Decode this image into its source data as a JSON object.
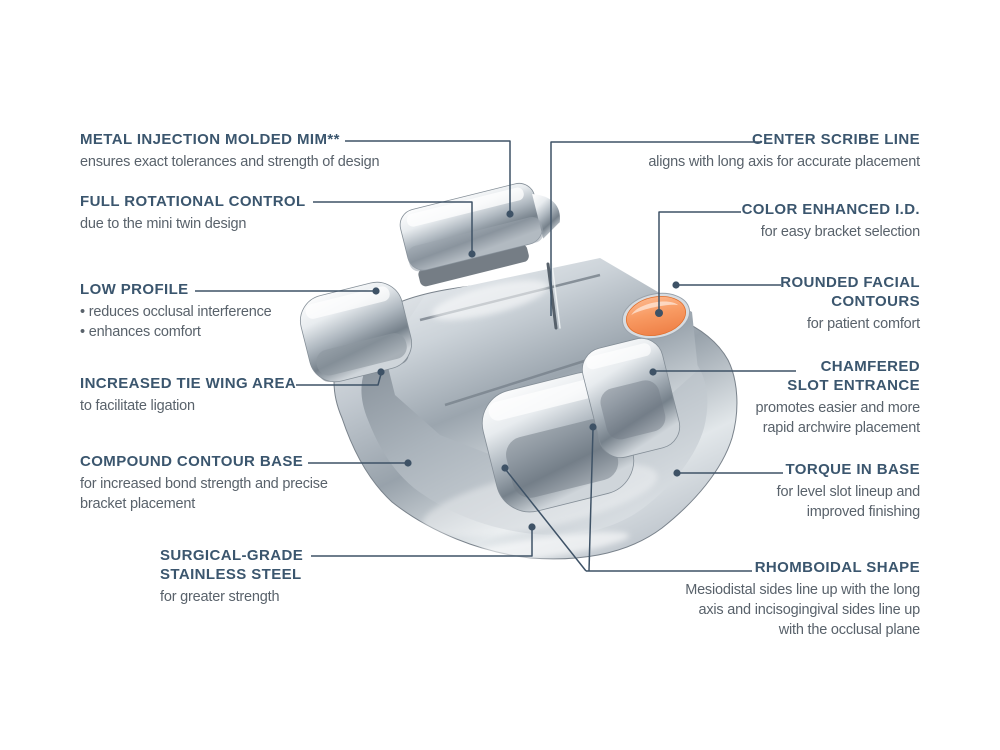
{
  "figure": {
    "subject": "orthodontic-bracket-feature-diagram",
    "illustration": "metal twin orthodontic bracket, three-quarter view, chrome finish with orange color-ID dot"
  },
  "colors": {
    "background": "#ffffff",
    "heading_text": "#3b566e",
    "body_text": "#59626b",
    "leader_line": "#3e5266",
    "color_id_dot": "#f89a62"
  },
  "labels": {
    "left": [
      {
        "id": "metal-injection-molded",
        "title": [
          "METAL INJECTION MOLDED MIM**"
        ],
        "desc": [
          "ensures exact tolerances and strength of design"
        ]
      },
      {
        "id": "full-rotational-control",
        "title": [
          "FULL ROTATIONAL CONTROL"
        ],
        "desc": [
          "due to the mini twin design"
        ]
      },
      {
        "id": "low-profile",
        "title": [
          "LOW PROFILE"
        ],
        "desc": [
          "• reduces occlusal interference",
          "• enhances comfort"
        ]
      },
      {
        "id": "increased-tie-wing-area",
        "title": [
          "INCREASED TIE WING AREA"
        ],
        "desc": [
          "to facilitate ligation"
        ]
      },
      {
        "id": "compound-contour-base",
        "title": [
          "COMPOUND CONTOUR BASE"
        ],
        "desc": [
          "for increased bond strength and precise",
          "bracket placement"
        ]
      },
      {
        "id": "surgical-grade-stainless-steel",
        "title": [
          "SURGICAL-GRADE",
          "STAINLESS STEEL"
        ],
        "desc": [
          "for greater strength"
        ]
      }
    ],
    "right": [
      {
        "id": "center-scribe-line",
        "title": [
          "CENTER SCRIBE LINE"
        ],
        "desc": [
          "aligns with long axis for accurate placement"
        ]
      },
      {
        "id": "color-enhanced-id",
        "title": [
          "COLOR ENHANCED I.D."
        ],
        "desc": [
          "for easy bracket selection"
        ]
      },
      {
        "id": "rounded-facial-contours",
        "title": [
          "ROUNDED FACIAL",
          "CONTOURS"
        ],
        "desc": [
          "for patient comfort"
        ]
      },
      {
        "id": "chamfered-slot-entrance",
        "title": [
          "CHAMFERED",
          "SLOT ENTRANCE"
        ],
        "desc": [
          "promotes easier and more",
          "rapid archwire placement"
        ]
      },
      {
        "id": "torque-in-base",
        "title": [
          "TORQUE IN BASE"
        ],
        "desc": [
          "for level slot lineup and",
          "improved finishing"
        ]
      },
      {
        "id": "rhomboidal-shape",
        "title": [
          "RHOMBOIDAL SHAPE"
        ],
        "desc": [
          "Mesiodistal sides line up with the long",
          "axis and incisogingival sides line up",
          "with the occlusal plane"
        ]
      }
    ]
  }
}
